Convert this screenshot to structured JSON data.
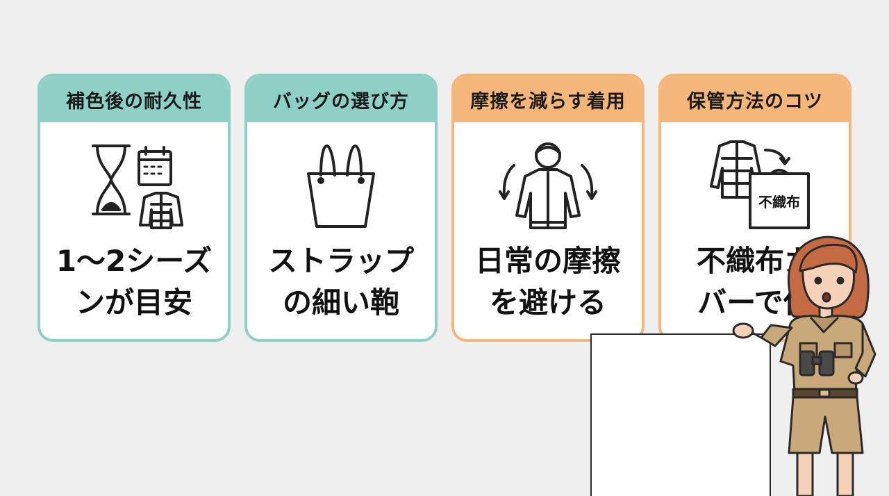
{
  "cards": [
    {
      "title": "補色後の耐久性",
      "line1": "1〜2シーズ",
      "line2": "ンが目安",
      "icon": "hourglass-calendar-jacket-icon"
    },
    {
      "title": "バッグの選び方",
      "line1": "ストラップ",
      "line2": "の細い鞄",
      "icon": "tote-bag-icon"
    },
    {
      "title": "摩擦を減らす着用",
      "line1": "日常の摩擦",
      "line2": "を避ける",
      "icon": "person-jacket-icon"
    },
    {
      "title": "保管方法のコツ",
      "line1": "不織布カ",
      "line2": "バーで保",
      "icon": "jacket-cover-icon",
      "bag_label": "不織布"
    }
  ],
  "colors": {
    "teal": "#8fd0c6",
    "peach": "#f5b67a",
    "background": "#efefef"
  }
}
